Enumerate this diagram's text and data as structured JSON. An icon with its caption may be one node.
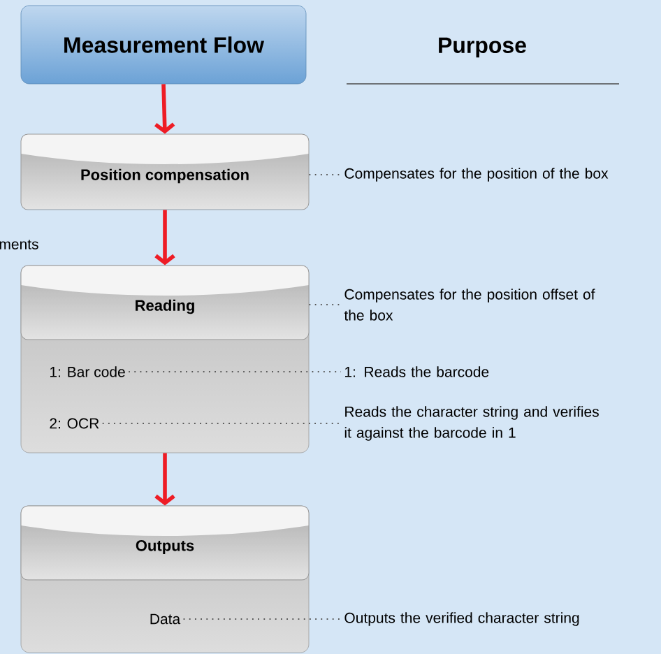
{
  "diagram": {
    "nodes": [
      {
        "text": [
          "Measurement Flow"
        ]
      },
      {
        "text": [
          "Position compensation"
        ]
      },
      {
        "text": [
          "Compensates for the position of the box"
        ]
      },
      {
        "text": [],
        "shape": "box"
      },
      {
        "text": [
          "Reading"
        ],
        "in": 3
      },
      {
        "text": [
          "1: Bar code"
        ],
        "in": 3
      },
      {
        "text": [
          "2: OCR"
        ],
        "in": 3
      },
      {
        "text": [
          "Compensates for the position offset of the box"
        ]
      },
      {
        "text": [
          "1: Reads the barcode"
        ]
      },
      {
        "text": [
          "Reads the character string and verifies it against the barcode in 1"
        ]
      },
      {
        "text": [],
        "shape": "box"
      },
      {
        "text": [
          "Outputs"
        ],
        "in": 10
      },
      {
        "text": [
          "Data"
        ],
        "in": 10
      },
      {
        "text": [
          "Outputs the verified character string"
        ]
      }
    ],
    "edges": [
      {
        "from": 0,
        "to": 1,
        "arrow": "to",
        "style": "thick",
        "color": "#ee1c25"
      },
      {
        "from": 1,
        "to": 3,
        "arrow": "to",
        "style": "thick",
        "color": "#ee1c25"
      },
      {
        "from": 3,
        "to": 10,
        "arrow": "to",
        "style": "thick",
        "color": "#ee1c25"
      },
      {
        "from": 1,
        "to": 2,
        "arrow": "none",
        "style": "dashed"
      },
      {
        "from": 4,
        "to": 7,
        "arrow": "none",
        "style": "dashed"
      },
      {
        "from": 5,
        "to": 8,
        "arrow": "none",
        "style": "dashed"
      },
      {
        "from": 6,
        "to": 9,
        "arrow": "none",
        "style": "dashed"
      },
      {
        "from": 12,
        "to": 13,
        "arrow": "none",
        "style": "dashed"
      }
    ],
    "labels": [
      "Purpose",
      "ments"
    ]
  }
}
